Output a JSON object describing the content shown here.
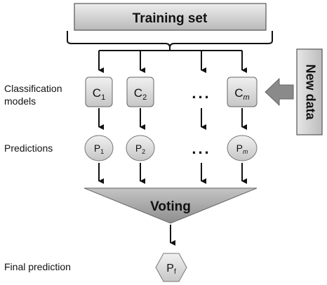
{
  "row_labels": {
    "classification_models": [
      "Classification",
      "models"
    ],
    "predictions": "Predictions",
    "final_prediction": "Final prediction"
  },
  "training_set": "Training set",
  "new_data": "New data",
  "voting": "Voting",
  "classifiers": [
    {
      "letter": "C",
      "sub": "1"
    },
    {
      "letter": "C",
      "sub": "2"
    },
    {
      "letter": "C",
      "sub": "m"
    }
  ],
  "predictions": [
    {
      "letter": "P",
      "sub": "1"
    },
    {
      "letter": "P",
      "sub": "2"
    },
    {
      "letter": "P",
      "sub": "m"
    }
  ],
  "ellipsis": "...",
  "final": {
    "letter": "P",
    "sub": "f"
  }
}
